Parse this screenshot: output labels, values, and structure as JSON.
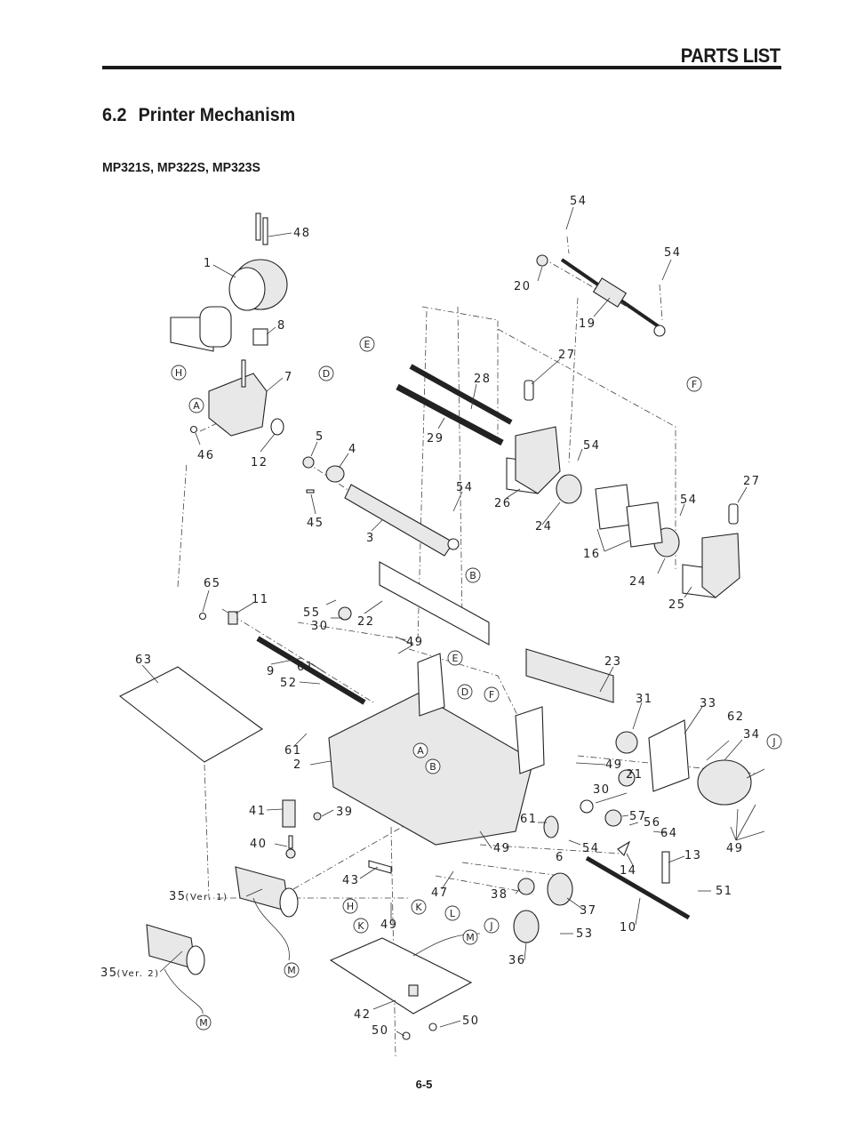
{
  "header": {
    "title": "PARTS LIST"
  },
  "section": {
    "number": "6.2",
    "title": "Printer Mechanism"
  },
  "models": "MP321S, MP322S, MP323S",
  "page_number": "6-5",
  "diagram": {
    "callouts": [
      {
        "id": "48",
        "text": "48"
      },
      {
        "id": "1",
        "text": "1"
      },
      {
        "id": "8",
        "text": "8"
      },
      {
        "id": "7",
        "text": "7"
      },
      {
        "id": "46",
        "text": "46"
      },
      {
        "id": "12",
        "text": "12"
      },
      {
        "id": "54a",
        "text": "54"
      },
      {
        "id": "54b",
        "text": "54"
      },
      {
        "id": "20",
        "text": "20"
      },
      {
        "id": "19",
        "text": "19"
      },
      {
        "id": "27a",
        "text": "27"
      },
      {
        "id": "28",
        "text": "28"
      },
      {
        "id": "29",
        "text": "29"
      },
      {
        "id": "5",
        "text": "5"
      },
      {
        "id": "4",
        "text": "4"
      },
      {
        "id": "45",
        "text": "45"
      },
      {
        "id": "3",
        "text": "3"
      },
      {
        "id": "54c",
        "text": "54"
      },
      {
        "id": "26",
        "text": "26"
      },
      {
        "id": "24a",
        "text": "24"
      },
      {
        "id": "54d",
        "text": "54"
      },
      {
        "id": "16",
        "text": "16"
      },
      {
        "id": "54e",
        "text": "54"
      },
      {
        "id": "27b",
        "text": "27"
      },
      {
        "id": "24b",
        "text": "24"
      },
      {
        "id": "25",
        "text": "25"
      },
      {
        "id": "65",
        "text": "65"
      },
      {
        "id": "11",
        "text": "11"
      },
      {
        "id": "55",
        "text": "55"
      },
      {
        "id": "30a",
        "text": "30"
      },
      {
        "id": "22",
        "text": "22"
      },
      {
        "id": "49a",
        "text": "49"
      },
      {
        "id": "63",
        "text": "63"
      },
      {
        "id": "9",
        "text": "9"
      },
      {
        "id": "61a",
        "text": "61"
      },
      {
        "id": "52",
        "text": "52"
      },
      {
        "id": "61b",
        "text": "61"
      },
      {
        "id": "2",
        "text": "2"
      },
      {
        "id": "23",
        "text": "23"
      },
      {
        "id": "31",
        "text": "31"
      },
      {
        "id": "33",
        "text": "33"
      },
      {
        "id": "62",
        "text": "62"
      },
      {
        "id": "34",
        "text": "34"
      },
      {
        "id": "49b",
        "text": "49"
      },
      {
        "id": "21",
        "text": "21"
      },
      {
        "id": "30b",
        "text": "30"
      },
      {
        "id": "57",
        "text": "57"
      },
      {
        "id": "56",
        "text": "56"
      },
      {
        "id": "61c",
        "text": "61"
      },
      {
        "id": "54f",
        "text": "54"
      },
      {
        "id": "64",
        "text": "64"
      },
      {
        "id": "13",
        "text": "13"
      },
      {
        "id": "41",
        "text": "41"
      },
      {
        "id": "39",
        "text": "39"
      },
      {
        "id": "40",
        "text": "40"
      },
      {
        "id": "49c",
        "text": "49"
      },
      {
        "id": "6",
        "text": "6"
      },
      {
        "id": "14",
        "text": "14"
      },
      {
        "id": "49d",
        "text": "49"
      },
      {
        "id": "51",
        "text": "51"
      },
      {
        "id": "43",
        "text": "43"
      },
      {
        "id": "47",
        "text": "47"
      },
      {
        "id": "38",
        "text": "38"
      },
      {
        "id": "37",
        "text": "37"
      },
      {
        "id": "10",
        "text": "10"
      },
      {
        "id": "35v1",
        "text": "35"
      },
      {
        "id": "49e",
        "text": "49"
      },
      {
        "id": "53",
        "text": "53"
      },
      {
        "id": "36",
        "text": "36"
      },
      {
        "id": "35v2",
        "text": "35"
      },
      {
        "id": "42",
        "text": "42"
      },
      {
        "id": "50a",
        "text": "50"
      },
      {
        "id": "50b",
        "text": "50"
      }
    ],
    "version_notes": {
      "v1": "(Ver. 1)",
      "v2": "(Ver. 2)"
    },
    "references": [
      {
        "id": "H1",
        "text": "H"
      },
      {
        "id": "A1",
        "text": "A"
      },
      {
        "id": "D1",
        "text": "D"
      },
      {
        "id": "E1",
        "text": "E"
      },
      {
        "id": "F1",
        "text": "F"
      },
      {
        "id": "B1",
        "text": "B"
      },
      {
        "id": "E2",
        "text": "E"
      },
      {
        "id": "D2",
        "text": "D"
      },
      {
        "id": "F2",
        "text": "F"
      },
      {
        "id": "A2",
        "text": "A"
      },
      {
        "id": "B2",
        "text": "B"
      },
      {
        "id": "J1",
        "text": "J"
      },
      {
        "id": "H2",
        "text": "H"
      },
      {
        "id": "K1",
        "text": "K"
      },
      {
        "id": "K2",
        "text": "K"
      },
      {
        "id": "L1",
        "text": "L"
      },
      {
        "id": "M1",
        "text": "M"
      },
      {
        "id": "J2",
        "text": "J"
      },
      {
        "id": "M2",
        "text": "M"
      },
      {
        "id": "M3",
        "text": "M"
      }
    ]
  }
}
